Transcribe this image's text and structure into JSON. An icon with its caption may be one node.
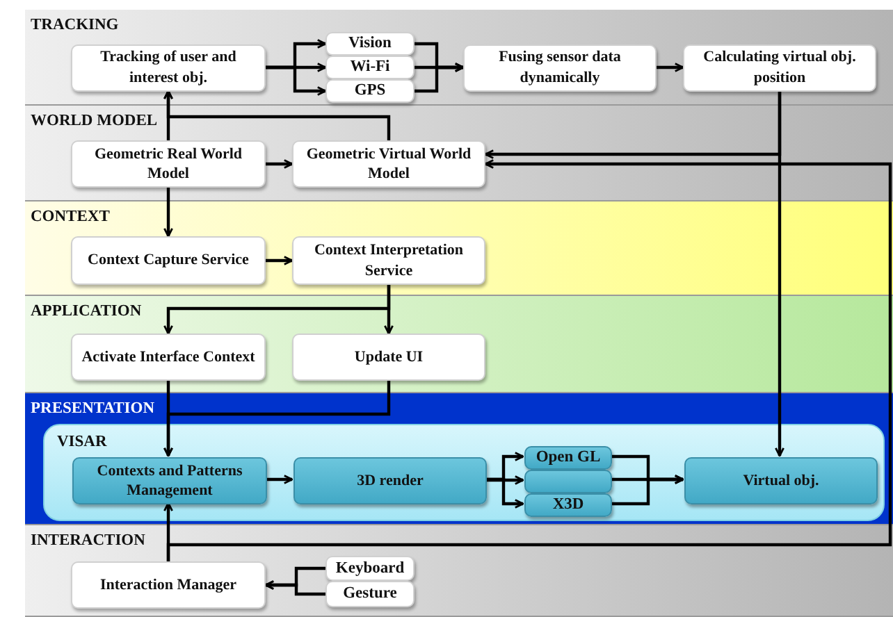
{
  "diagram": {
    "nodes": [
      {
        "text": [
          "TRACKING"
        ]
      },
      {
        "text": [
          "Tracking of user and interest obj."
        ],
        "in": 0
      },
      {
        "text": [
          "Vision"
        ],
        "in": 0
      },
      {
        "text": [
          "Wi-Fi"
        ],
        "in": 0
      },
      {
        "text": [
          "GPS"
        ],
        "in": 0
      },
      {
        "text": [
          "Fusing sensor data dynamically"
        ],
        "in": 0
      },
      {
        "text": [
          "Calculating virtual obj. position"
        ],
        "in": 0
      },
      {
        "text": [
          "WORLD MODEL"
        ]
      },
      {
        "text": [
          "Geometric Real World Model"
        ],
        "in": 7
      },
      {
        "text": [
          "Geometric Virtual World Model"
        ],
        "in": 7
      },
      {
        "text": [
          "CONTEXT"
        ]
      },
      {
        "text": [
          "Context Capture Service"
        ],
        "in": 10
      },
      {
        "text": [
          "Context Interpretation Service"
        ],
        "in": 10
      },
      {
        "text": [
          "APPLICATION"
        ]
      },
      {
        "text": [
          "Activate Interface Context"
        ],
        "in": 13
      },
      {
        "text": [
          "Update UI"
        ],
        "in": 13
      },
      {
        "text": [
          "PRESENTATION"
        ]
      },
      {
        "text": [
          "VISAR"
        ],
        "in": 16
      },
      {
        "text": [
          "Contexts and Patterns Management"
        ],
        "in": 17
      },
      {
        "text": [
          "3D render"
        ],
        "in": 17
      },
      {
        "text": [
          "Open GL"
        ],
        "in": 17
      },
      {
        "text": [],
        "shape": "box",
        "in": 17
      },
      {
        "text": [
          "X3D"
        ],
        "in": 17
      },
      {
        "text": [
          "Virtual obj."
        ],
        "in": 17
      },
      {
        "text": [
          "INTERACTION"
        ]
      },
      {
        "text": [
          "Interaction Manager"
        ],
        "in": 24
      },
      {
        "text": [
          "Keyboard"
        ],
        "in": 24
      },
      {
        "text": [
          "Gesture"
        ],
        "in": 24
      }
    ],
    "edges": [
      {
        "from": 1,
        "to": 2,
        "arrow": "to"
      },
      {
        "from": 1,
        "to": 3,
        "arrow": "to"
      },
      {
        "from": 1,
        "to": 4,
        "arrow": "to"
      },
      {
        "from": 2,
        "to": 5,
        "arrow": "to"
      },
      {
        "from": 3,
        "to": 5,
        "arrow": "to"
      },
      {
        "from": 4,
        "to": 5,
        "arrow": "to"
      },
      {
        "from": 5,
        "to": 6,
        "arrow": "to"
      },
      {
        "from": 9,
        "to": 1,
        "arrow": "to"
      },
      {
        "from": 8,
        "to": 1,
        "arrow": "to"
      },
      {
        "from": 8,
        "to": 9,
        "arrow": "to"
      },
      {
        "from": 6,
        "to": 9,
        "arrow": "to"
      },
      {
        "from": 6,
        "to": 23,
        "arrow": "to"
      },
      {
        "from": 25,
        "to": 9,
        "arrow": "to"
      },
      {
        "from": 25,
        "to": 18,
        "arrow": "to"
      },
      {
        "from": 8,
        "to": 11,
        "arrow": "to"
      },
      {
        "from": 11,
        "to": 12,
        "arrow": "to"
      },
      {
        "from": 12,
        "to": 14,
        "arrow": "to"
      },
      {
        "from": 12,
        "to": 15,
        "arrow": "to"
      },
      {
        "from": 14,
        "to": 18,
        "arrow": "to"
      },
      {
        "from": 15,
        "to": 18,
        "arrow": "to"
      },
      {
        "from": 18,
        "to": 19,
        "arrow": "to"
      },
      {
        "from": 19,
        "to": 20,
        "arrow": "to"
      },
      {
        "from": 19,
        "to": 21,
        "arrow": "to"
      },
      {
        "from": 19,
        "to": 22,
        "arrow": "to"
      },
      {
        "from": 20,
        "to": 23,
        "arrow": "to"
      },
      {
        "from": 21,
        "to": 23,
        "arrow": "to"
      },
      {
        "from": 22,
        "to": 23,
        "arrow": "to"
      },
      {
        "from": 26,
        "to": 25,
        "arrow": "to"
      },
      {
        "from": 27,
        "to": 25,
        "arrow": "to"
      }
    ]
  }
}
